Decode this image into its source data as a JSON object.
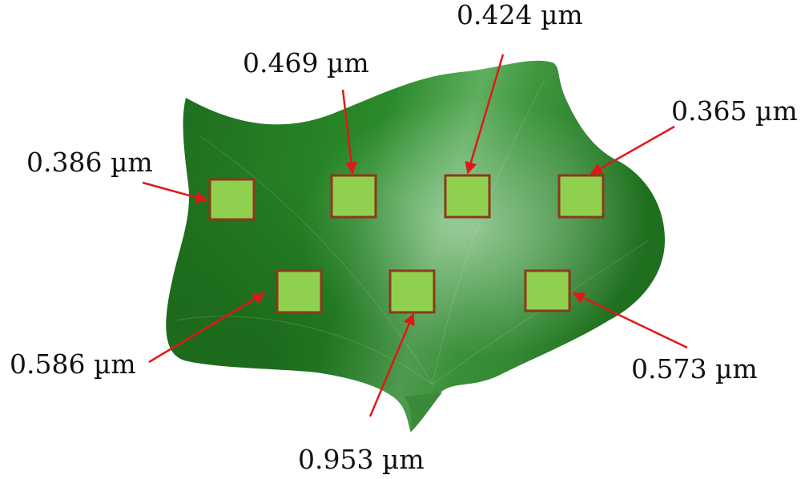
{
  "colors": {
    "leaf_dark": "#1f6a1f",
    "leaf_mid": "#2f8c2f",
    "leaf_light": "#8fc48f",
    "sample_fill": "#8fd14f",
    "sample_border": "#8b3a1a",
    "arrow": "#e01818"
  },
  "measurements": [
    {
      "id": "top-left",
      "label": "0.386 µm"
    },
    {
      "id": "top-center-left",
      "label": "0.469 µm"
    },
    {
      "id": "top-center-right",
      "label": "0.424 µm"
    },
    {
      "id": "top-right",
      "label": "0.365 µm"
    },
    {
      "id": "bottom-left",
      "label": "0.586 µm"
    },
    {
      "id": "bottom-center",
      "label": "0.953 µm"
    },
    {
      "id": "bottom-right",
      "label": "0.573 µm"
    }
  ]
}
